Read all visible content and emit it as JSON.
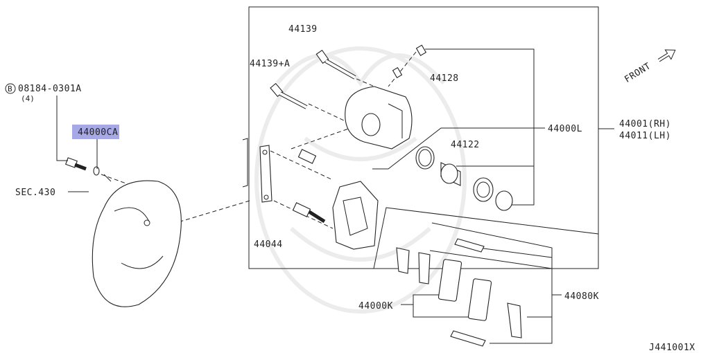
{
  "diagram": {
    "drawing_id": "J441001X",
    "front_label": "FRONT",
    "highlight_color": "#a7a8e6",
    "labels": {
      "p44139": "44139",
      "p44139a": "44139+A",
      "p44128": "44128",
      "p44000l": "44000L",
      "p44001": "44001(RH)",
      "p44011": "44011(LH)",
      "p44122": "44122",
      "p44044": "44044",
      "p44000k": "44000K",
      "p44080k": "44080K",
      "bolt_ref": "08184-0301A",
      "bolt_mark": "B",
      "bolt_qty": "(4)",
      "p44000ca": "44000CA",
      "sec430": "SEC.430"
    }
  }
}
